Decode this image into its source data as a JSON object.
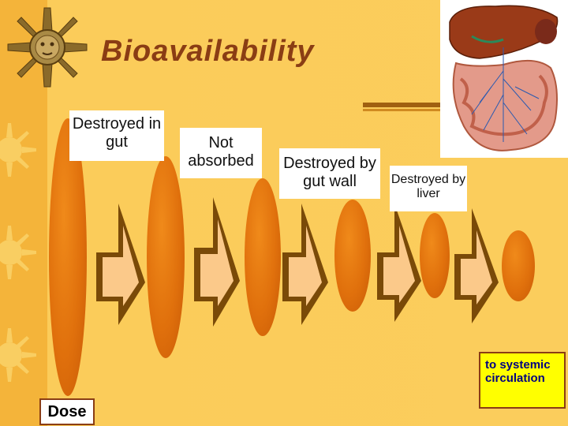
{
  "title": "Bioavailability",
  "labels": {
    "destroyed_in_gut": "Destroyed in gut",
    "not_absorbed": "Not absorbed",
    "destroyed_by_gut_wall": "Destroyed by gut wall",
    "destroyed_by_liver": "Destroyed by liver"
  },
  "dose": "Dose",
  "systemic": "to systemic circulation",
  "colors": {
    "drug_fill": "#e0700c",
    "arrow_outline": "#7a4a08",
    "arrow_fill": "#fbc98a",
    "title": "#8a3d14",
    "systemic_box": "#ffff00"
  }
}
